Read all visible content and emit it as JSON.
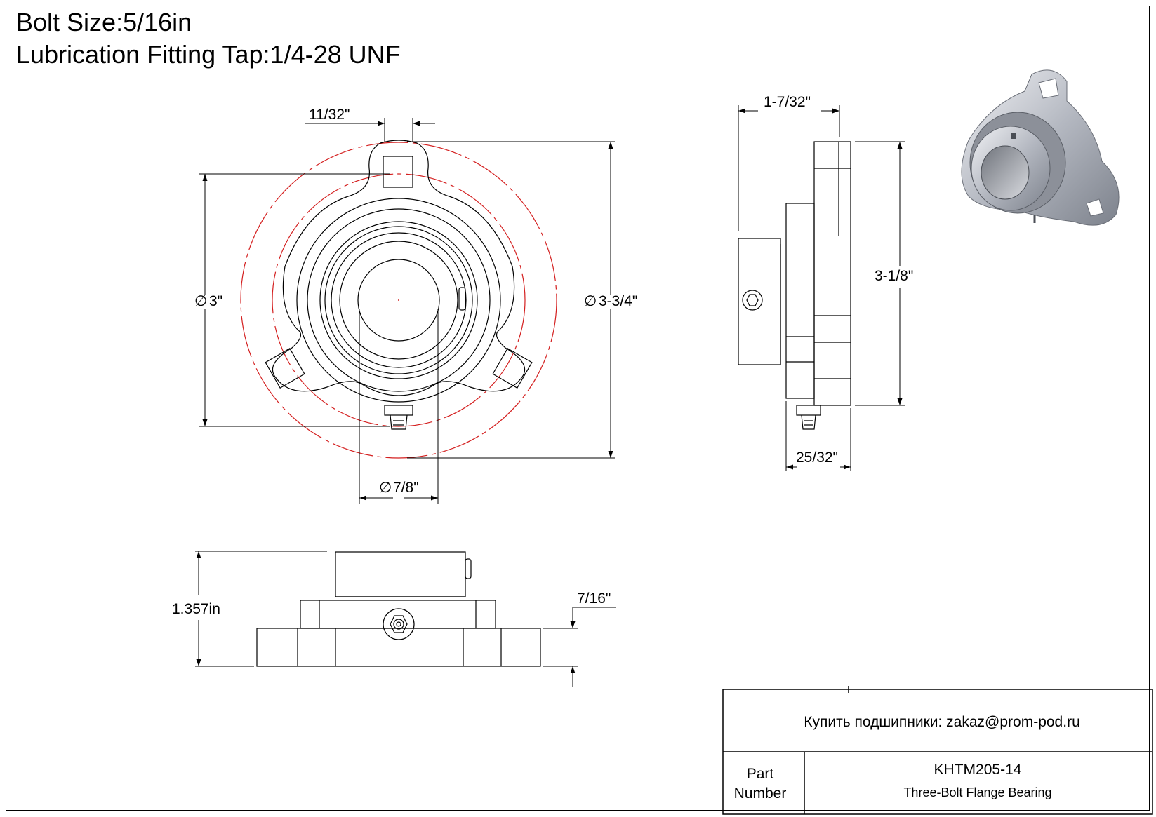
{
  "header": {
    "bolt_size": "Bolt Size:5/16in",
    "lubrication": "Lubrication Fitting Tap:1/4-28 UNF"
  },
  "dimensions": {
    "slot_width": "11/32\"",
    "bolt_circle": "3\"",
    "outer_dia": "3-3/4\"",
    "bore": "7/8\"",
    "side_width": "1-7/32\"",
    "side_height": "3-1/8\"",
    "flange_thickness": "25/32\"",
    "total_height": "1.357in",
    "flange_base": "7/16\""
  },
  "title_block": {
    "buy_text": "Купить подшипники: zakaz@prom-pod.ru",
    "part_label_line1": "Part",
    "part_label_line2": "Number",
    "part_number": "KHTM205-14",
    "description": "Three-Bolt Flange Bearing"
  },
  "colors": {
    "line": "#000000",
    "centerline_red": "#d42020",
    "render_metal": "#b8bcc4"
  }
}
